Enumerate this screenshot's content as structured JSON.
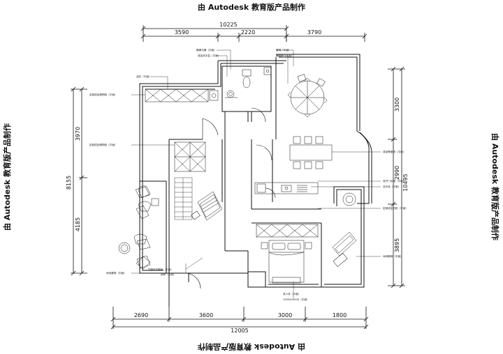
{
  "watermark": "由 Autodesk 教育版产品制作",
  "dimensions": {
    "top_total": "10225",
    "top_segments": [
      "3590",
      "2220",
      "3790"
    ],
    "bottom_total": "12005",
    "bottom_segments": [
      "2690",
      "3600",
      "3000",
      "1800"
    ],
    "left_total": "8155",
    "left_segments": [
      "3970",
      "4185"
    ],
    "right_total": "10495",
    "right_segments": [
      "3300",
      "2990",
      "3895"
    ]
  },
  "callouts": {
    "c1": "蹲便马桶（平面）",
    "c2": "成品洗手盆（平面）",
    "c3": "餐椅（平面）",
    "c4": "遮阳伞（平面）",
    "c5": "浴缸（平面）",
    "c6": "定制成品储物柜（平面）",
    "c7": "定制成品储物柜（平面）",
    "c8": "成品餐桌椅（平面）",
    "c9": "双开门冰箱（平面）",
    "c10": "洗手池（平面）",
    "c11": "定制成品衣柜（平面）",
    "c12": "双人床（平面）",
    "c13": "1500X2000X（平面）",
    "c14": "休闲躺椅（平面）",
    "c15": "休闲桌椅（平面）",
    "c16": "定制成品鞋柜（平面）",
    "c17": "钢琴（平面）"
  }
}
